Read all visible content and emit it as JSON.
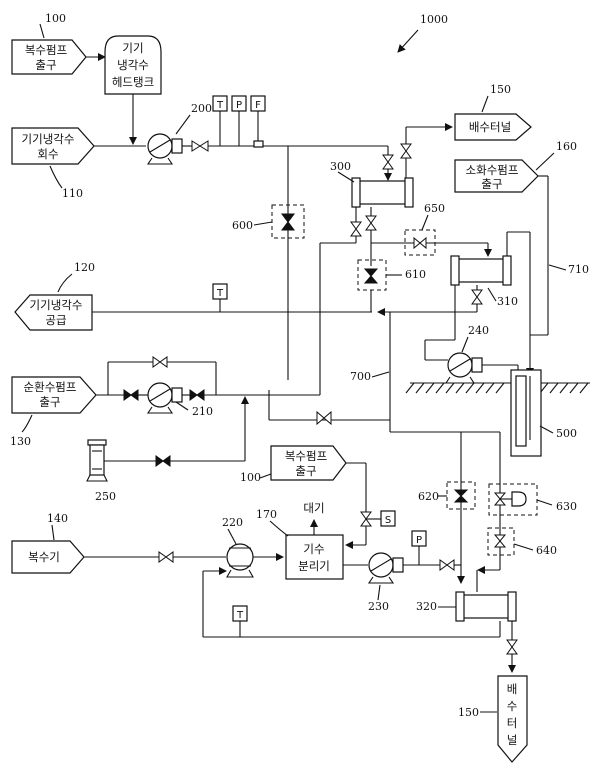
{
  "diagram": {
    "title_ref": "1000",
    "blocks": {
      "condensate_pump_outlet_top": {
        "lines": [
          "복수펌프",
          "출구"
        ],
        "ref": "100"
      },
      "head_tank": {
        "lines": [
          "기기",
          "냉각수",
          "헤드탱크"
        ]
      },
      "cooling_return": {
        "lines": [
          "기기냉각수",
          "회수"
        ],
        "ref": "110"
      },
      "drain_tunnel_top": {
        "text": "배수터널",
        "ref": "150"
      },
      "extinguish_pump_outlet": {
        "lines": [
          "소화수펌프",
          "출구"
        ],
        "ref": "160"
      },
      "cooling_supply": {
        "lines": [
          "기기냉각수",
          "공급"
        ],
        "ref": "120"
      },
      "circulation_pump_outlet": {
        "lines": [
          "순환수펌프",
          "출구"
        ],
        "ref": "130"
      },
      "condensate_pump_outlet_mid": {
        "lines": [
          "복수펌프",
          "출구"
        ],
        "ref": "100"
      },
      "condenser": {
        "text": "복수기",
        "ref": "140"
      },
      "separator": {
        "lines": [
          "기수",
          "분리기"
        ],
        "ref": "170"
      },
      "atmosphere": {
        "text": "대기"
      },
      "drain_tunnel_bottom": {
        "chars": [
          "배",
          "수",
          "터",
          "널"
        ],
        "ref": "150"
      }
    },
    "instruments": {
      "T": "T",
      "P": "P",
      "F": "F",
      "S": "S"
    },
    "refs": {
      "pump_200": "200",
      "hx_300": "300",
      "v_600": "600",
      "v_650": "650",
      "v_610": "610",
      "hx_310": "310",
      "line_710": "710",
      "pump_240": "240",
      "line_700": "700",
      "pump_210": "210",
      "tank_500": "500",
      "tank_250": "250",
      "v_620": "620",
      "v_630": "630",
      "v_640": "640",
      "pump_220": "220",
      "pump_230": "230",
      "hx_320": "320"
    }
  }
}
